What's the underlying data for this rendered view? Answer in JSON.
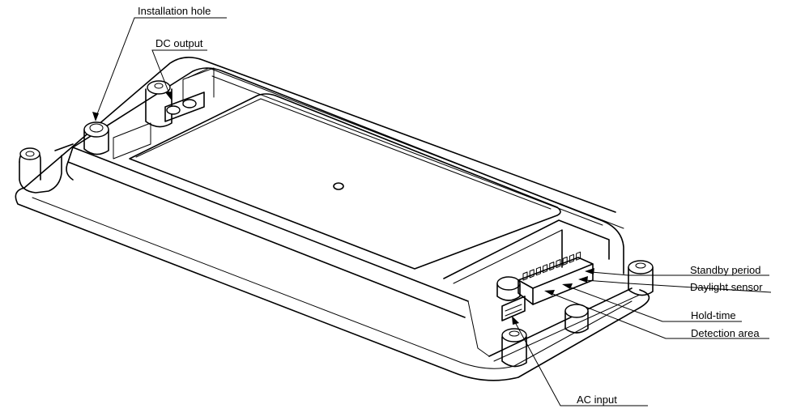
{
  "labels": {
    "installation_hole": "Installation hole",
    "dc_output": "DC output",
    "standby_period": "Standby period",
    "daylight_sensor": "Daylight  sensor",
    "hold_time": "Hold-time",
    "detection_area": "Detection area",
    "ac_input": "AC input"
  },
  "colors": {
    "line": "#000000",
    "background": "#ffffff"
  }
}
